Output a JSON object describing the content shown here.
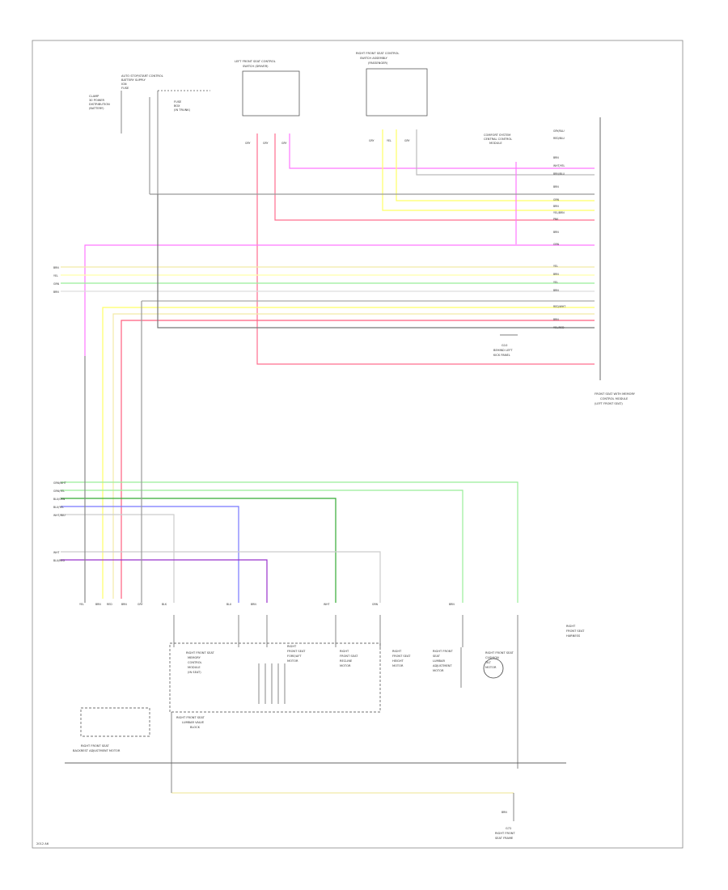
{
  "colors": {
    "pink": "#ff77ff",
    "red": "#ff6f8f",
    "yellow": "#ffff66",
    "lightyellow": "#f2eba8",
    "green": "#99ee99",
    "darkgreen": "#33aa33",
    "blue": "#7777ff",
    "purple": "#9933cc",
    "gray": "#888888",
    "black": "#333333"
  },
  "components": {
    "top_left_stack": [
      "AUTO STOP/START CONTROL",
      "BATTERY SUPPLY",
      "IGN",
      "FUSE"
    ],
    "auto_stop_label": [
      "CLAMP",
      "30 POWER",
      "DISTRIBUTION",
      "(BATTERY)"
    ],
    "fuse_label": [
      "FUSE",
      "BOX",
      "(IN TRUNK)"
    ],
    "left_front_seat": [
      "LEFT FRONT SEAT CONTROL",
      "SWITCH (DRIVER)"
    ],
    "left_front_seat_pins": [
      "GRY",
      "GRY",
      "GRY"
    ],
    "right_front_seat": [
      "RIGHT FRONT SEAT CONTROL",
      "SWITCH ASSEMBLY",
      "(PASSENGER)"
    ],
    "right_front_seat_pins": [
      "GRY",
      "YEL",
      "GRY"
    ],
    "side_connector": [
      "COMFORT SYSTEM",
      "CENTRAL CONTROL",
      "MODULE"
    ],
    "front_seat_module": [
      "FRONT SEAT WITH MEMORY",
      "CONTROL MODULE",
      "(LEFT FRONT SEAT)"
    ],
    "ground_mid": [
      "G10",
      "BEHIND LEFT",
      "KICK PANEL"
    ],
    "right_seat_harness": [
      "RIGHT",
      "FRONT SEAT",
      "HARNESS"
    ],
    "motors": [
      [
        "RIGHT",
        "FRONT SEAT",
        "FORE/AFT",
        "MOTOR"
      ],
      [
        "RIGHT",
        "FRONT SEAT",
        "RECLINE",
        "MOTOR"
      ],
      [
        "RIGHT",
        "FRONT SEAT",
        "HEIGHT",
        "MOTOR"
      ],
      [
        "RIGHT FRONT",
        "SEAT",
        "LUMBAR",
        "ADJUSTMENT",
        "MOTOR"
      ],
      [
        "RIGHT FRONT SEAT",
        "CUSHION",
        "TILT",
        "MOTOR"
      ]
    ],
    "lower_module": [
      "RIGHT FRONT SEAT",
      "MEMORY",
      "CONTROL",
      "MODULE",
      "(IN SEAT)"
    ],
    "lumbar_valve": [
      "RIGHT FRONT SEAT",
      "LUMBAR VALVE",
      "BLOCK"
    ],
    "bottom_left": [
      "RIGHT FRONT SEAT",
      "BACKREST ADJUSTMENT MOTOR"
    ],
    "ground_bottom": [
      "G72",
      "RIGHT FRONT",
      "SEAT FRAME"
    ],
    "ground_bottom_wire": "BRN",
    "footer": "2012 A6"
  },
  "wire_labels": {
    "right_stack": [
      "GRY/BLU",
      "RED/BLU",
      "BRN",
      "WHT/YEL",
      "BRN/BLU",
      "BRN",
      "GRN",
      "BRN",
      "YEL/BRN",
      "PNK",
      "BRN",
      "GRN",
      "YEL",
      "BRN",
      "YEL",
      "BRN",
      "RED/WHT",
      "BRN",
      "YEL/RED"
    ],
    "left_block": [
      "BRN",
      "YEL",
      "GRN",
      "BRN"
    ],
    "lower_left_block": [
      "GRN/WHT",
      "GRN/YEL",
      "BLU/GRN",
      "BLU/YEL",
      "WHT/BLU"
    ],
    "lower_left_block2": [
      "WHT",
      "BLU/RED"
    ],
    "bottom_pins": [
      "YEL",
      "BRN",
      "RED",
      "BRN",
      "GRY",
      "BLK",
      "BLU",
      "BRN",
      "WHT",
      "GRN",
      "BRN"
    ]
  }
}
